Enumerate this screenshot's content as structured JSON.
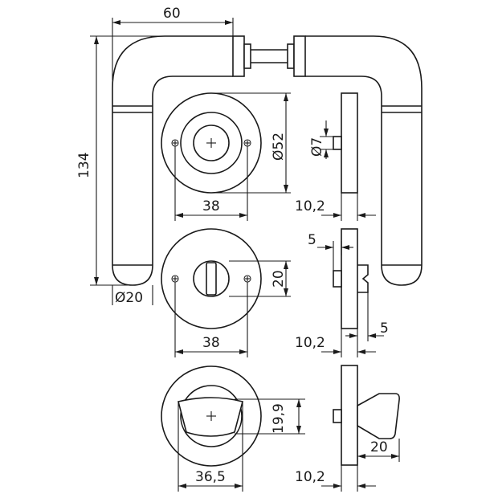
{
  "dimensions": {
    "lever_width": "60",
    "lever_height": "134",
    "grip_diameter": "Ø20",
    "rose_diameter": "Ø52",
    "pin_diameter": "Ø7",
    "rose_screw_spacing": "38",
    "rose_thickness": "10,2",
    "wc_offset_top": "5",
    "wc_offset_bottom": "5",
    "wc_spindle": "20",
    "wc_screw_spacing": "38",
    "wc_thickness": "10,2",
    "turn_height": "19,9",
    "turn_spacing": "36,5",
    "turn_thickness": "10,2",
    "turn_length": "20"
  }
}
